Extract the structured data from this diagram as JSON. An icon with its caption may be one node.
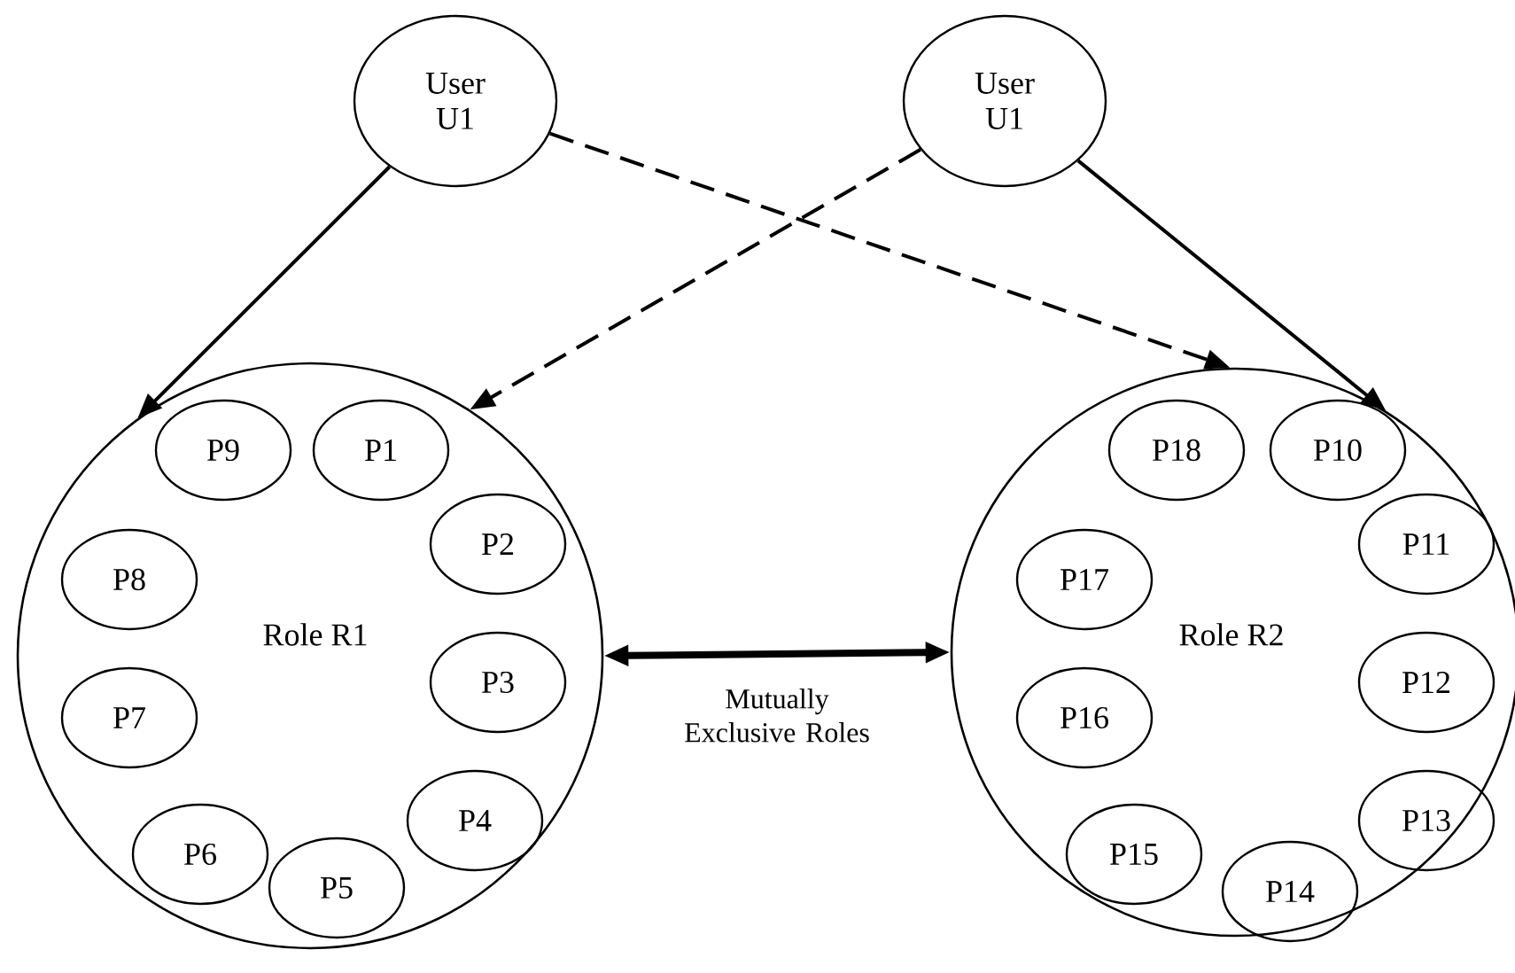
{
  "diagram": {
    "nodes": [
      {
        "text": [
          "User U1"
        ]
      },
      {
        "text": [
          "User U1"
        ]
      },
      {
        "text": [
          "Role R1"
        ]
      },
      {
        "text": [
          "P9"
        ],
        "in": 2
      },
      {
        "text": [
          "P1"
        ],
        "in": 2
      },
      {
        "text": [
          "P2"
        ],
        "in": 2
      },
      {
        "text": [
          "P8"
        ],
        "in": 2
      },
      {
        "text": [
          "P3"
        ],
        "in": 2
      },
      {
        "text": [
          "P7"
        ],
        "in": 2
      },
      {
        "text": [
          "P4"
        ],
        "in": 2
      },
      {
        "text": [
          "P6"
        ],
        "in": 2
      },
      {
        "text": [
          "P5"
        ],
        "in": 2
      },
      {
        "text": [
          "Role R2"
        ]
      },
      {
        "text": [
          "P18"
        ],
        "in": 12
      },
      {
        "text": [
          "P10"
        ],
        "in": 12
      },
      {
        "text": [
          "P11"
        ],
        "in": 12
      },
      {
        "text": [
          "P17"
        ],
        "in": 12
      },
      {
        "text": [
          "P12"
        ],
        "in": 12
      },
      {
        "text": [
          "P16"
        ],
        "in": 12
      },
      {
        "text": [
          "P13"
        ],
        "in": 12
      },
      {
        "text": [
          "P15"
        ],
        "in": 12
      },
      {
        "text": [
          "P14"
        ],
        "in": 12
      }
    ],
    "edges": [
      {
        "from": 0,
        "to": 2,
        "arrow": "to"
      },
      {
        "from": 0,
        "to": 12,
        "arrow": "to",
        "style": "dashed"
      },
      {
        "from": 1,
        "to": 2,
        "arrow": "to",
        "style": "dashed"
      },
      {
        "from": 1,
        "to": 12,
        "arrow": "to"
      },
      {
        "from": 2,
        "to": 12,
        "arrow": "both",
        "style": "thick",
        "label": "Mutually Exclusive Roles"
      }
    ]
  }
}
